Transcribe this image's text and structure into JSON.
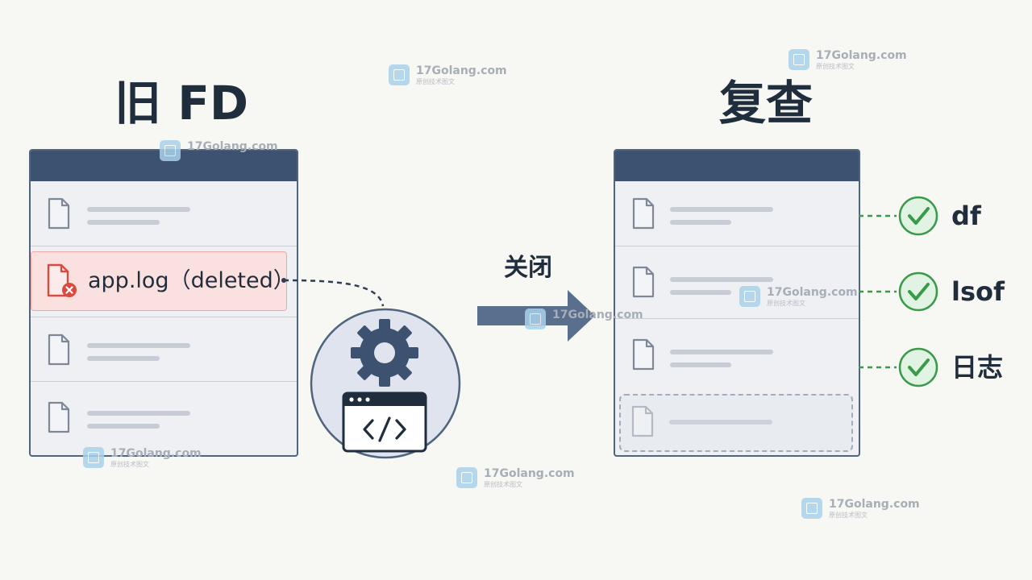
{
  "left_title": "旧 FD",
  "right_title": "复查",
  "deleted_file_label": "app.log（deleted）",
  "arrow_label": "关闭",
  "checks": [
    {
      "label": "df"
    },
    {
      "label": "lsof"
    },
    {
      "label": "日志"
    }
  ],
  "watermark": {
    "text": "17Golang.com",
    "subtitle": "原创技术图文"
  },
  "colors": {
    "panel_header": "#3d5270",
    "deleted_bg": "#fae0de",
    "deleted_icon": "#d94b40",
    "check_green": "#3a9a4a",
    "arrow": "#5a6f8d"
  },
  "icons": [
    "file-icon",
    "file-deleted-icon",
    "gear-icon",
    "code-window-icon",
    "arrow-right-icon",
    "check-circle-icon"
  ]
}
